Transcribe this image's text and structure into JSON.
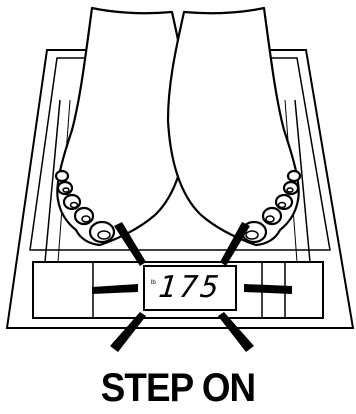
{
  "scale": {
    "display": {
      "reading": "175",
      "unit": "lb"
    }
  },
  "caption": "STEP ON",
  "colors": {
    "ink": "#000000",
    "paper": "#ffffff"
  },
  "icons": [
    "scale-platform",
    "left-foot-icon",
    "right-foot-icon",
    "lcd-display",
    "indicator-ray"
  ]
}
